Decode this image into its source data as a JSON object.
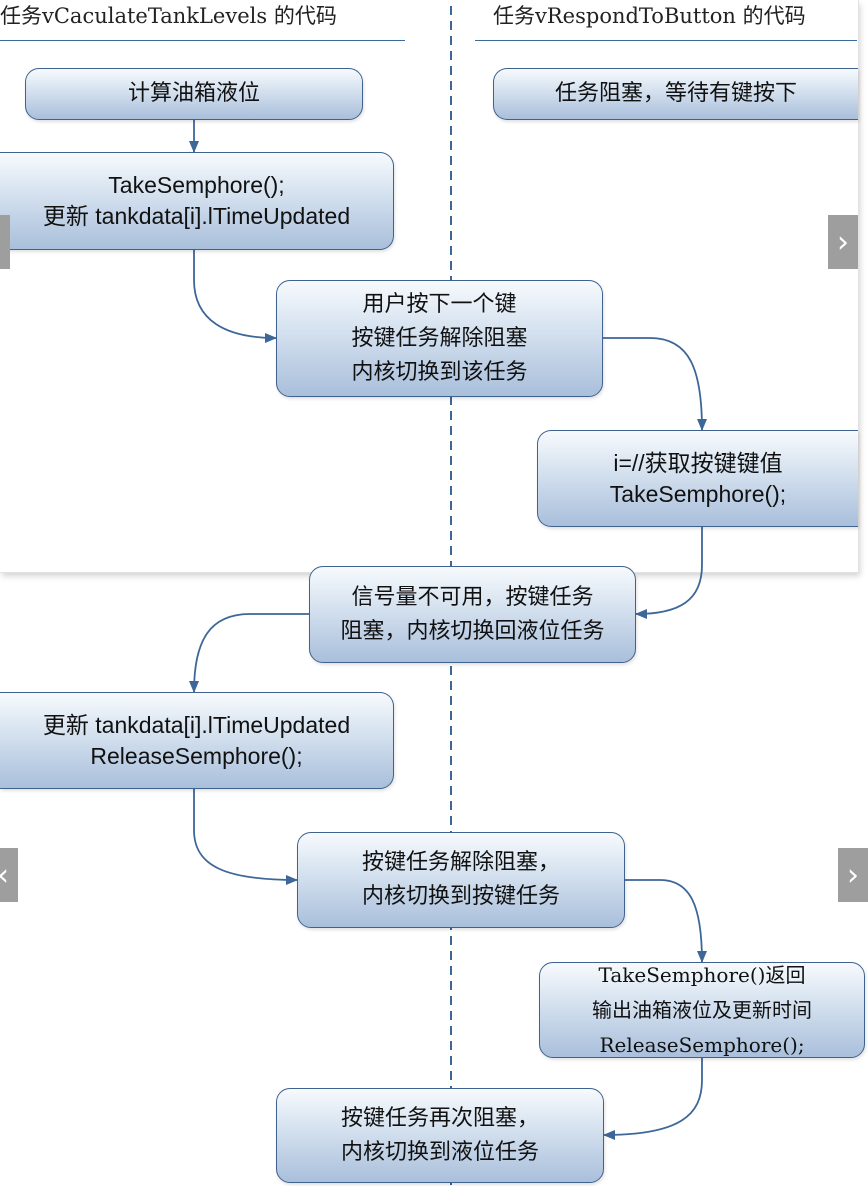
{
  "headers": {
    "left": "任务vCaculateTankLevels 的代码",
    "right": "任务vRespondToButton 的代码"
  },
  "boxes": [
    {
      "id": "calc-level",
      "lines": [
        "计算油箱液位"
      ]
    },
    {
      "id": "button-blocked",
      "lines": [
        "任务阻塞，等待有键按下"
      ]
    },
    {
      "id": "take-semaphore-update",
      "lines": [
        "TakeSemphore();",
        "更新  tankdata[i].lTimeUpdated"
      ]
    },
    {
      "id": "user-press-key",
      "lines": [
        "用户按下一个键",
        "按键任务解除阻塞",
        "内核切换到该任务"
      ]
    },
    {
      "id": "get-key-take",
      "lines": [
        "i=//获取按键键值",
        "TakeSemphore();"
      ]
    },
    {
      "id": "semaphore-unavailable",
      "lines": [
        "信号量不可用，按键任务",
        "阻塞，内核切换回液位任务"
      ]
    },
    {
      "id": "update-release",
      "lines": [
        "更新  tankdata[i].lTimeUpdated",
        "ReleaseSemphore();"
      ]
    },
    {
      "id": "button-unblocked",
      "lines": [
        "按键任务解除阻塞，",
        "内核切换到按键任务"
      ]
    },
    {
      "id": "take-returns",
      "lines": [
        "TakeSemphore()返回",
        "输出油箱液位及更新时间",
        "ReleaseSemphore();"
      ]
    },
    {
      "id": "button-blocked-again",
      "lines": [
        "按键任务再次阻塞，",
        "内核切换到液位任务"
      ]
    }
  ],
  "nav": {
    "prev_icon": "chevron-left-icon",
    "next_icon": "chevron-right-icon",
    "prev_glyph": "‹",
    "next_glyph": "›"
  },
  "colors": {
    "box_border": "#3f628f",
    "connector": "#3d6699",
    "divider": "#3d6699"
  }
}
